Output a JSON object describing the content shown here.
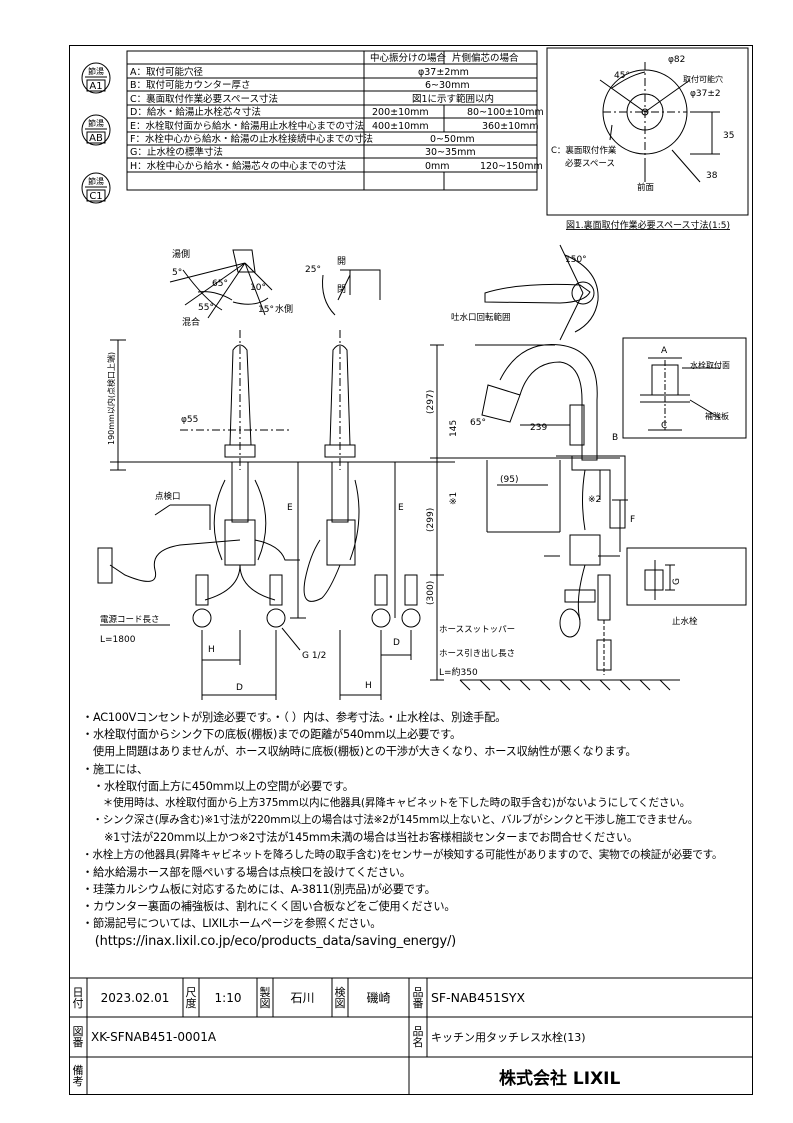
{
  "spec_table": {
    "header_center": "中心振分けの場合",
    "header_side": "片側偏芯の場合",
    "rows": [
      {
        "label": "A：取付可能穴径",
        "center": "φ37±2mm",
        "side": ""
      },
      {
        "label": "B：取付可能カウンター厚さ",
        "center": "6~30mm",
        "side": ""
      },
      {
        "label": "C：裏面取付作業必要スペース寸法",
        "center": "図1に示す範囲以内",
        "side": ""
      },
      {
        "label": "D：給水・給湯止水栓芯々寸法",
        "center": "200±10mm",
        "side": "80~100±10mm"
      },
      {
        "label": "E：水栓取付面から給水・給湯用止水栓中心までの寸法",
        "center": "400±10mm",
        "side": "360±10mm"
      },
      {
        "label": "F：水栓中心から給水・給湯の止水栓接続中心までの寸法",
        "center": "0~50mm",
        "side": ""
      },
      {
        "label": "G：止水栓の標準寸法",
        "center": "30~35mm",
        "side": ""
      },
      {
        "label": "H：水栓中心から給水・給湯芯々の中心までの寸法",
        "center": "0mm",
        "side": "120~150mm"
      }
    ]
  },
  "badges": [
    {
      "top": "節湯",
      "bottom": "A1"
    },
    {
      "top": "節湯",
      "bottom": "AB"
    },
    {
      "top": "節湯",
      "bottom": "C1"
    }
  ],
  "figure1": {
    "caption": "図1.裏面取付作業必要スペース寸法(1:5)",
    "angle": "45°",
    "dia_outer": "φ82",
    "hole_label": "取付可能穴",
    "hole_dia": "φ37±2",
    "space_label_1": "C：裏面取付作業",
    "space_label_2": "必要スペース",
    "front": "前面",
    "dim_35": "35",
    "dim_38": "38"
  },
  "diagram": {
    "hot_side": "湯側",
    "mix": "混合",
    "water_side": "水側",
    "a5": "5°",
    "a65": "65°",
    "a55": "55°",
    "a10": "10°",
    "a15": "15°",
    "a25": "25°",
    "open": "開",
    "close": "閉",
    "a150": "150°",
    "spout_range": "吐水口回転範囲",
    "height_note": "190mm以内(点検口上端)",
    "phi55": "φ55",
    "inspection": "点検口",
    "cord_label": "電源コード長さ",
    "cord_len": "L=1800",
    "e1": "E",
    "e2": "E",
    "h1": "H",
    "h2": "H",
    "d1": "D",
    "d2": "D",
    "g12": "G 1/2",
    "d297": "(297)",
    "d145": "145",
    "d299": "(299)",
    "star1": "※1",
    "d300": "(300)",
    "d65": "65°",
    "d239": "239",
    "d95": "(95)",
    "star2": "※2",
    "f": "F",
    "b": "B",
    "a": "A",
    "c": "C",
    "g": "G",
    "mount_face": "水栓取付面",
    "reinforce": "補強板",
    "hose_stopper": "ホーススットッパー",
    "hose_pull": "ホース引き出し長さ",
    "hose_len": "L=約350",
    "stop_valve": "止水栓"
  },
  "notes": [
    "・AC100Vコンセントが別途必要です。・（ ）内は、参考寸法。・止水栓は、別途手配。",
    "・水栓取付面からシンク下の底板(棚板)までの距離が540mm以上必要です。",
    "　使用上問題はありませんが、ホース収納時に底板(棚板)との干渉が大きくなり、ホース収納性が悪くなります。",
    "・施工には、",
    "　・水栓取付面上方に450mm以上の空間が必要です。",
    "　　＊使用時は、水栓取付面から上方375mm以内に他器具(昇降キャビネットを下した時の取手含む)がないようにしてください。",
    "　・シンク深さ(厚み含む)※1寸法が220mm以上の場合は寸法※2が145mm以上ないと、バルブがシンクと干渉し施工できません。",
    "　　※1寸法が220mm以上かつ※2寸法が145mm未満の場合は当社お客様相談センターまでお問合せください。",
    "・水栓上方の他器具(昇降キャビネットを降ろした時の取手含む)をセンサーが検知する可能性がありますので、実物での検証が必要です。",
    "・給水給湯ホース部を隠ぺいする場合は点検口を設けてください。",
    "・珪藻カルシウム板に対応するためには、A-3811(別売品)が必要です。",
    "・カウンター裏面の補強板は、割れにくく固い合板などをご使用ください。",
    "・節湯記号については、LIXILホームページを参照ください。",
    "　(https://inax.lixil.co.jp/eco/products_data/saving_energy/)"
  ],
  "title_block": {
    "date_label": [
      "日",
      "付"
    ],
    "date": "2023.02.01",
    "scale_label": [
      "尺",
      "度"
    ],
    "scale": "1:10",
    "drawn_label": [
      "製",
      "図"
    ],
    "drawn": "石川",
    "checked_label": [
      "検",
      "図"
    ],
    "checked": "磯崎",
    "part_label": [
      "品",
      "番"
    ],
    "part_no": "SF-NAB451SYX",
    "drawing_label": [
      "図",
      "番"
    ],
    "drawing_no": "XK-SFNAB451-0001A",
    "name_label": [
      "品",
      "名"
    ],
    "product_name": "キッチン用タッチレス水栓(13)",
    "remarks_label": [
      "備",
      "考"
    ],
    "company": "株式会社 LIXIL"
  }
}
